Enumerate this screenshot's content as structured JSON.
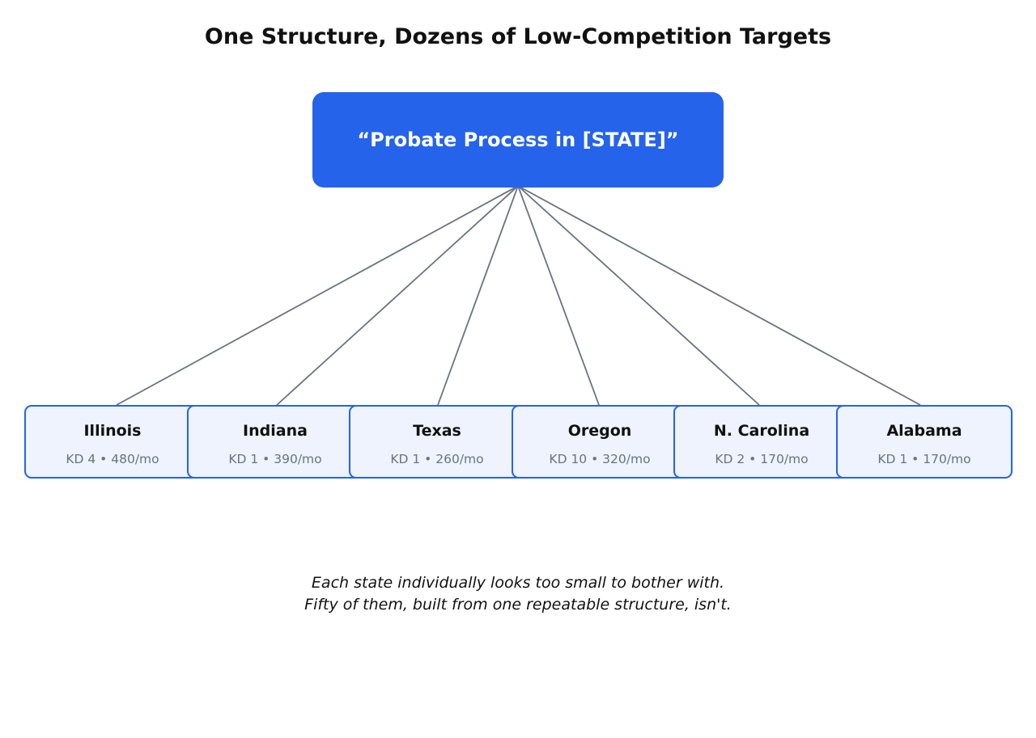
{
  "title": "One Structure, Dozens of Low-Competition Targets",
  "root": {
    "label": "“Probate Process in [STATE]”",
    "color": "#2563eb"
  },
  "leaves": [
    {
      "name": "Illinois",
      "stats": "KD 4 • 480/mo"
    },
    {
      "name": "Indiana",
      "stats": "KD 1 • 390/mo"
    },
    {
      "name": "Texas",
      "stats": "KD 1 • 260/mo"
    },
    {
      "name": "Oregon",
      "stats": "KD 10 • 320/mo"
    },
    {
      "name": "N. Carolina",
      "stats": "KD 2 • 170/mo"
    },
    {
      "name": "Alabama",
      "stats": "KD 1 • 170/mo"
    }
  ],
  "caption": {
    "line1": "Each state individually looks too small to bother with.",
    "line2": "Fifty of them, built from one repeatable structure, isn't."
  },
  "colors": {
    "accent": "#2563eb",
    "leaf_fill": "#eef3fe",
    "connector": "#6b7280",
    "muted_text": "#6b7280"
  }
}
